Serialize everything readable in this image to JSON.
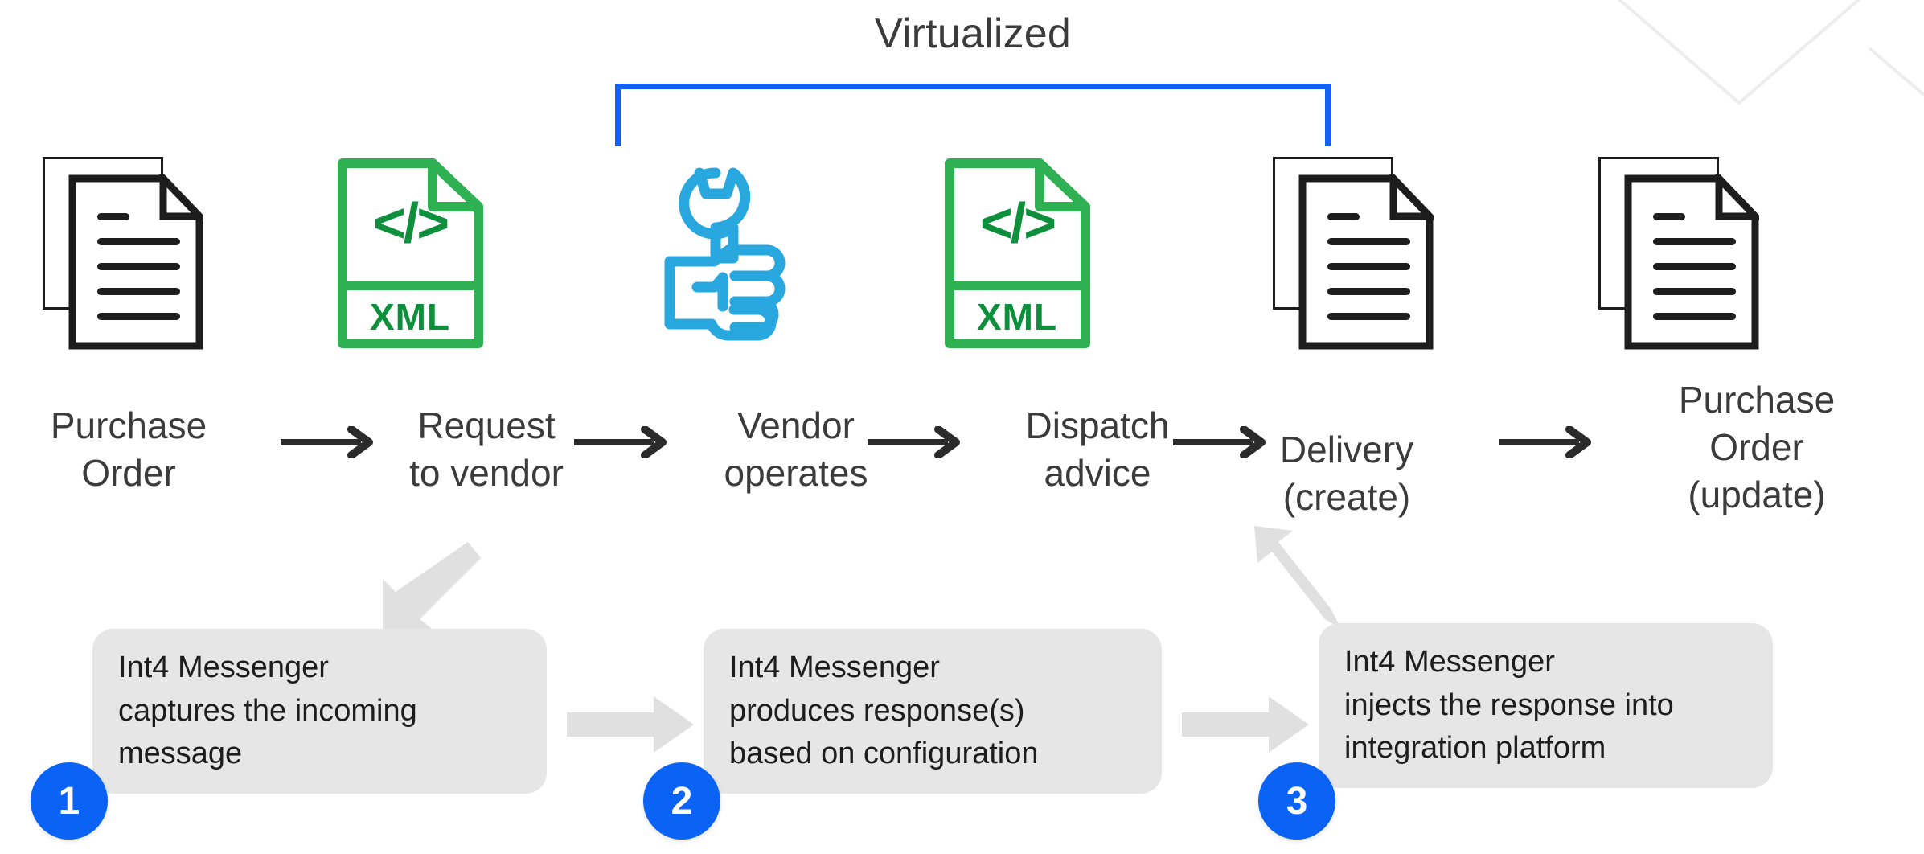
{
  "diagram": {
    "title_overlay": "Virtualized",
    "bracket_color": "#1160f7",
    "accent_blue": "#0a63f5",
    "xml_green": "#2eb053",
    "xml_green_dark": "#0d8f3c",
    "wrench_blue": "#29a8df",
    "box_grey": "#e6e6e6",
    "arrow_grey": "#e0e0e0",
    "ink": "#1d1d1d"
  },
  "flow": {
    "nodes": [
      {
        "icon": "document-stack-icon",
        "label_line1": "Purchase",
        "label_line2": "Order",
        "label_line3": ""
      },
      {
        "icon": "xml-file-icon",
        "label_line1": "Request",
        "label_line2": "to vendor",
        "label_line3": ""
      },
      {
        "icon": "hand-wrench-icon",
        "label_line1": "Vendor",
        "label_line2": "operates",
        "label_line3": ""
      },
      {
        "icon": "xml-file-icon",
        "label_line1": "Dispatch",
        "label_line2": "advice",
        "label_line3": ""
      },
      {
        "icon": "document-stack-icon",
        "label_line1": "Delivery",
        "label_line2": "(create)",
        "label_line3": ""
      },
      {
        "icon": "document-stack-icon",
        "label_line1": "Purchase",
        "label_line2": "Order",
        "label_line3": "(update)"
      }
    ],
    "xml_badge_code": "</>",
    "xml_badge_text": "XML"
  },
  "steps": [
    {
      "number": "1",
      "line1": "Int4 Messenger",
      "line2": "captures the incoming",
      "line3": "message"
    },
    {
      "number": "2",
      "line1": "Int4 Messenger",
      "line2": "produces response(s)",
      "line3": "based on configuration"
    },
    {
      "number": "3",
      "line1": "Int4 Messenger",
      "line2": "injects the response into",
      "line3": "integration platform"
    }
  ]
}
